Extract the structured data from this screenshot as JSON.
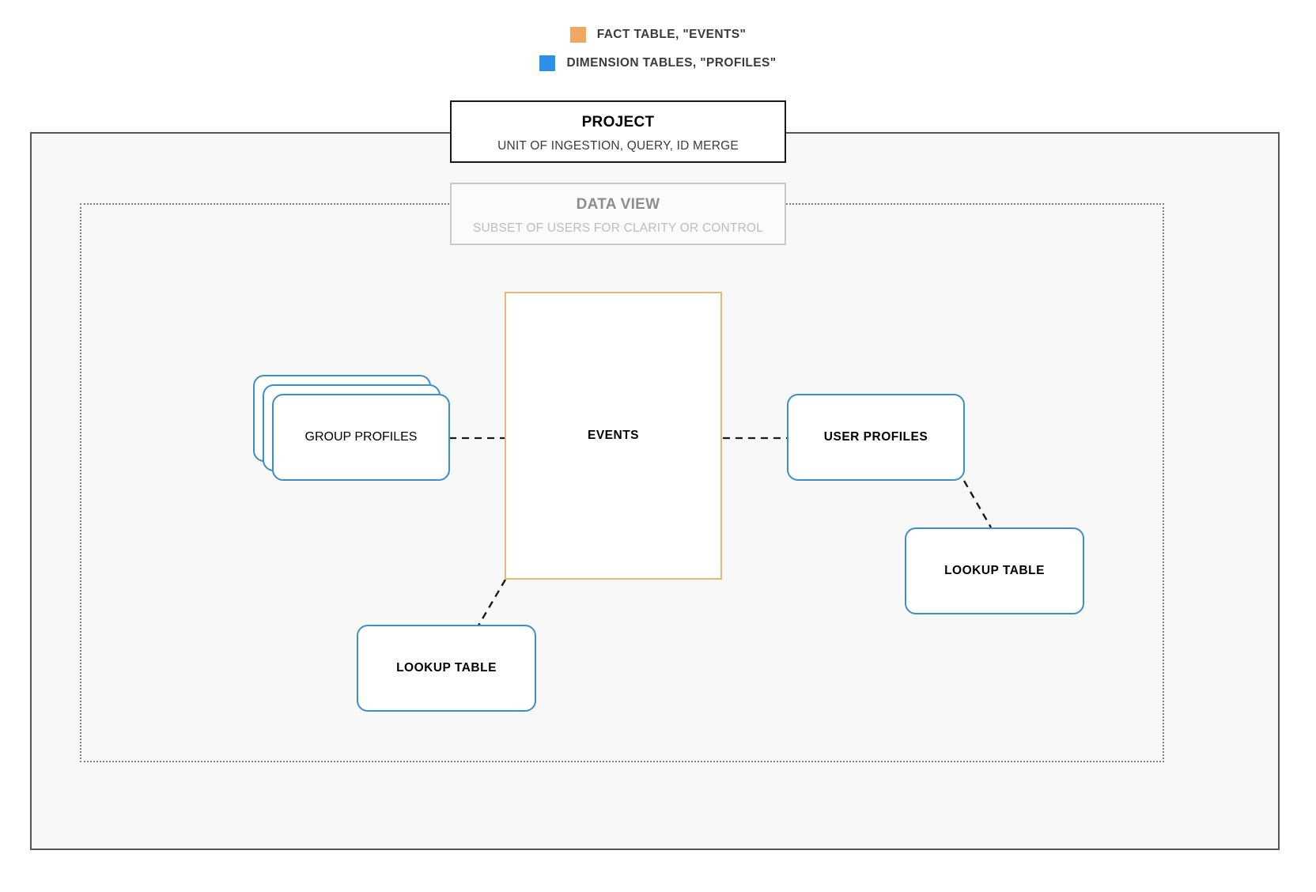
{
  "legend": {
    "items": [
      {
        "icon": "orange-square-swatch",
        "color": "#f0a860",
        "label": "FACT TABLE, \"EVENTS\""
      },
      {
        "icon": "blue-square-swatch",
        "color": "#2f90e8",
        "label": "DIMENSION TABLES, \"PROFILES\""
      }
    ]
  },
  "project": {
    "title": "PROJECT",
    "subtitle": "UNIT OF INGESTION, QUERY, ID MERGE",
    "border_color": "#1a1a1a",
    "container_fill": "#f8f8f8"
  },
  "data_view": {
    "title": "DATA VIEW",
    "subtitle": "SUBSET OF USERS FOR CLARITY OR CONTROL",
    "border_color": "#c9c9c9",
    "container_border_color": "#808080"
  },
  "nodes": {
    "events": {
      "label": "EVENTS",
      "color": "#e8b974",
      "kind": "fact-table"
    },
    "group_profiles": {
      "label": "GROUP PROFILES",
      "color": "#3d8fc9",
      "kind": "dimension-table-stack",
      "stack_count": 3
    },
    "user_profiles": {
      "label": "USER PROFILES",
      "color": "#3d8fc9",
      "kind": "dimension-table"
    },
    "lookup_left": {
      "label": "LOOKUP TABLE",
      "color": "#3d8fc9",
      "kind": "lookup-table"
    },
    "lookup_right": {
      "label": "LOOKUP TABLE",
      "color": "#3d8fc9",
      "kind": "lookup-table"
    }
  },
  "connectors": {
    "style": "dashed",
    "color": "#1a1a1a",
    "edges": [
      {
        "from": "group_profiles",
        "to": "events"
      },
      {
        "from": "events",
        "to": "user_profiles"
      },
      {
        "from": "events",
        "to": "lookup_left"
      },
      {
        "from": "user_profiles",
        "to": "lookup_right"
      }
    ]
  }
}
